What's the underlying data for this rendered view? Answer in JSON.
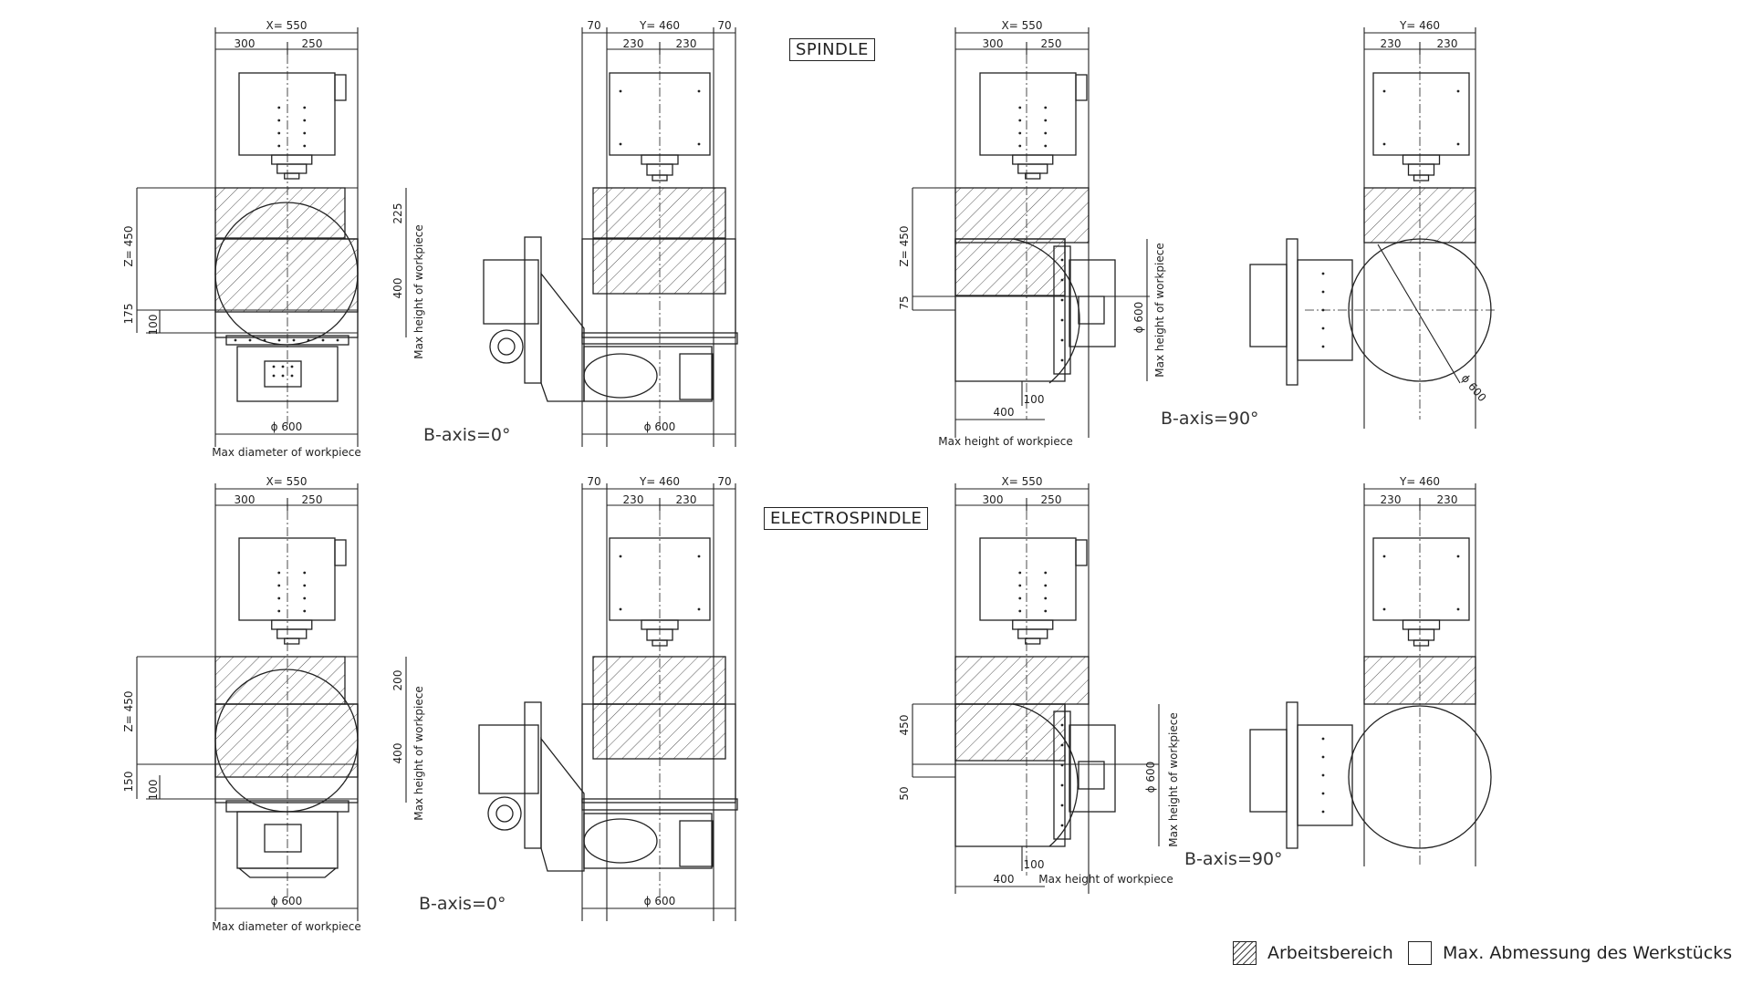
{
  "section_labels": {
    "spindle": "SPINDLE",
    "electrospindle": "ELECTROSPINDLE"
  },
  "axis_labels": {
    "b0_top": "B-axis=0°",
    "b90_top": "B-axis=90°",
    "b0_bottom": "B-axis=0°",
    "b90_bottom": "B-axis=90°"
  },
  "dims": {
    "x550": "X= 550",
    "y460": "Y= 460",
    "z450": "Z= 450",
    "d300": "300",
    "d250": "250",
    "d230": "230",
    "d70": "70",
    "d225": "225",
    "d200": "200",
    "d400": "400",
    "d175": "175",
    "d150": "150",
    "d100": "100",
    "d75": "75",
    "d50": "50",
    "d450": "450",
    "phi600": "ϕ 600"
  },
  "notes": {
    "max_diameter": "Max diameter of workpiece",
    "max_height": "Max height of workpiece"
  },
  "legend": {
    "work_area": "Arbeitsbereich",
    "max_dimension": "Max. Abmessung des Werkstücks"
  }
}
